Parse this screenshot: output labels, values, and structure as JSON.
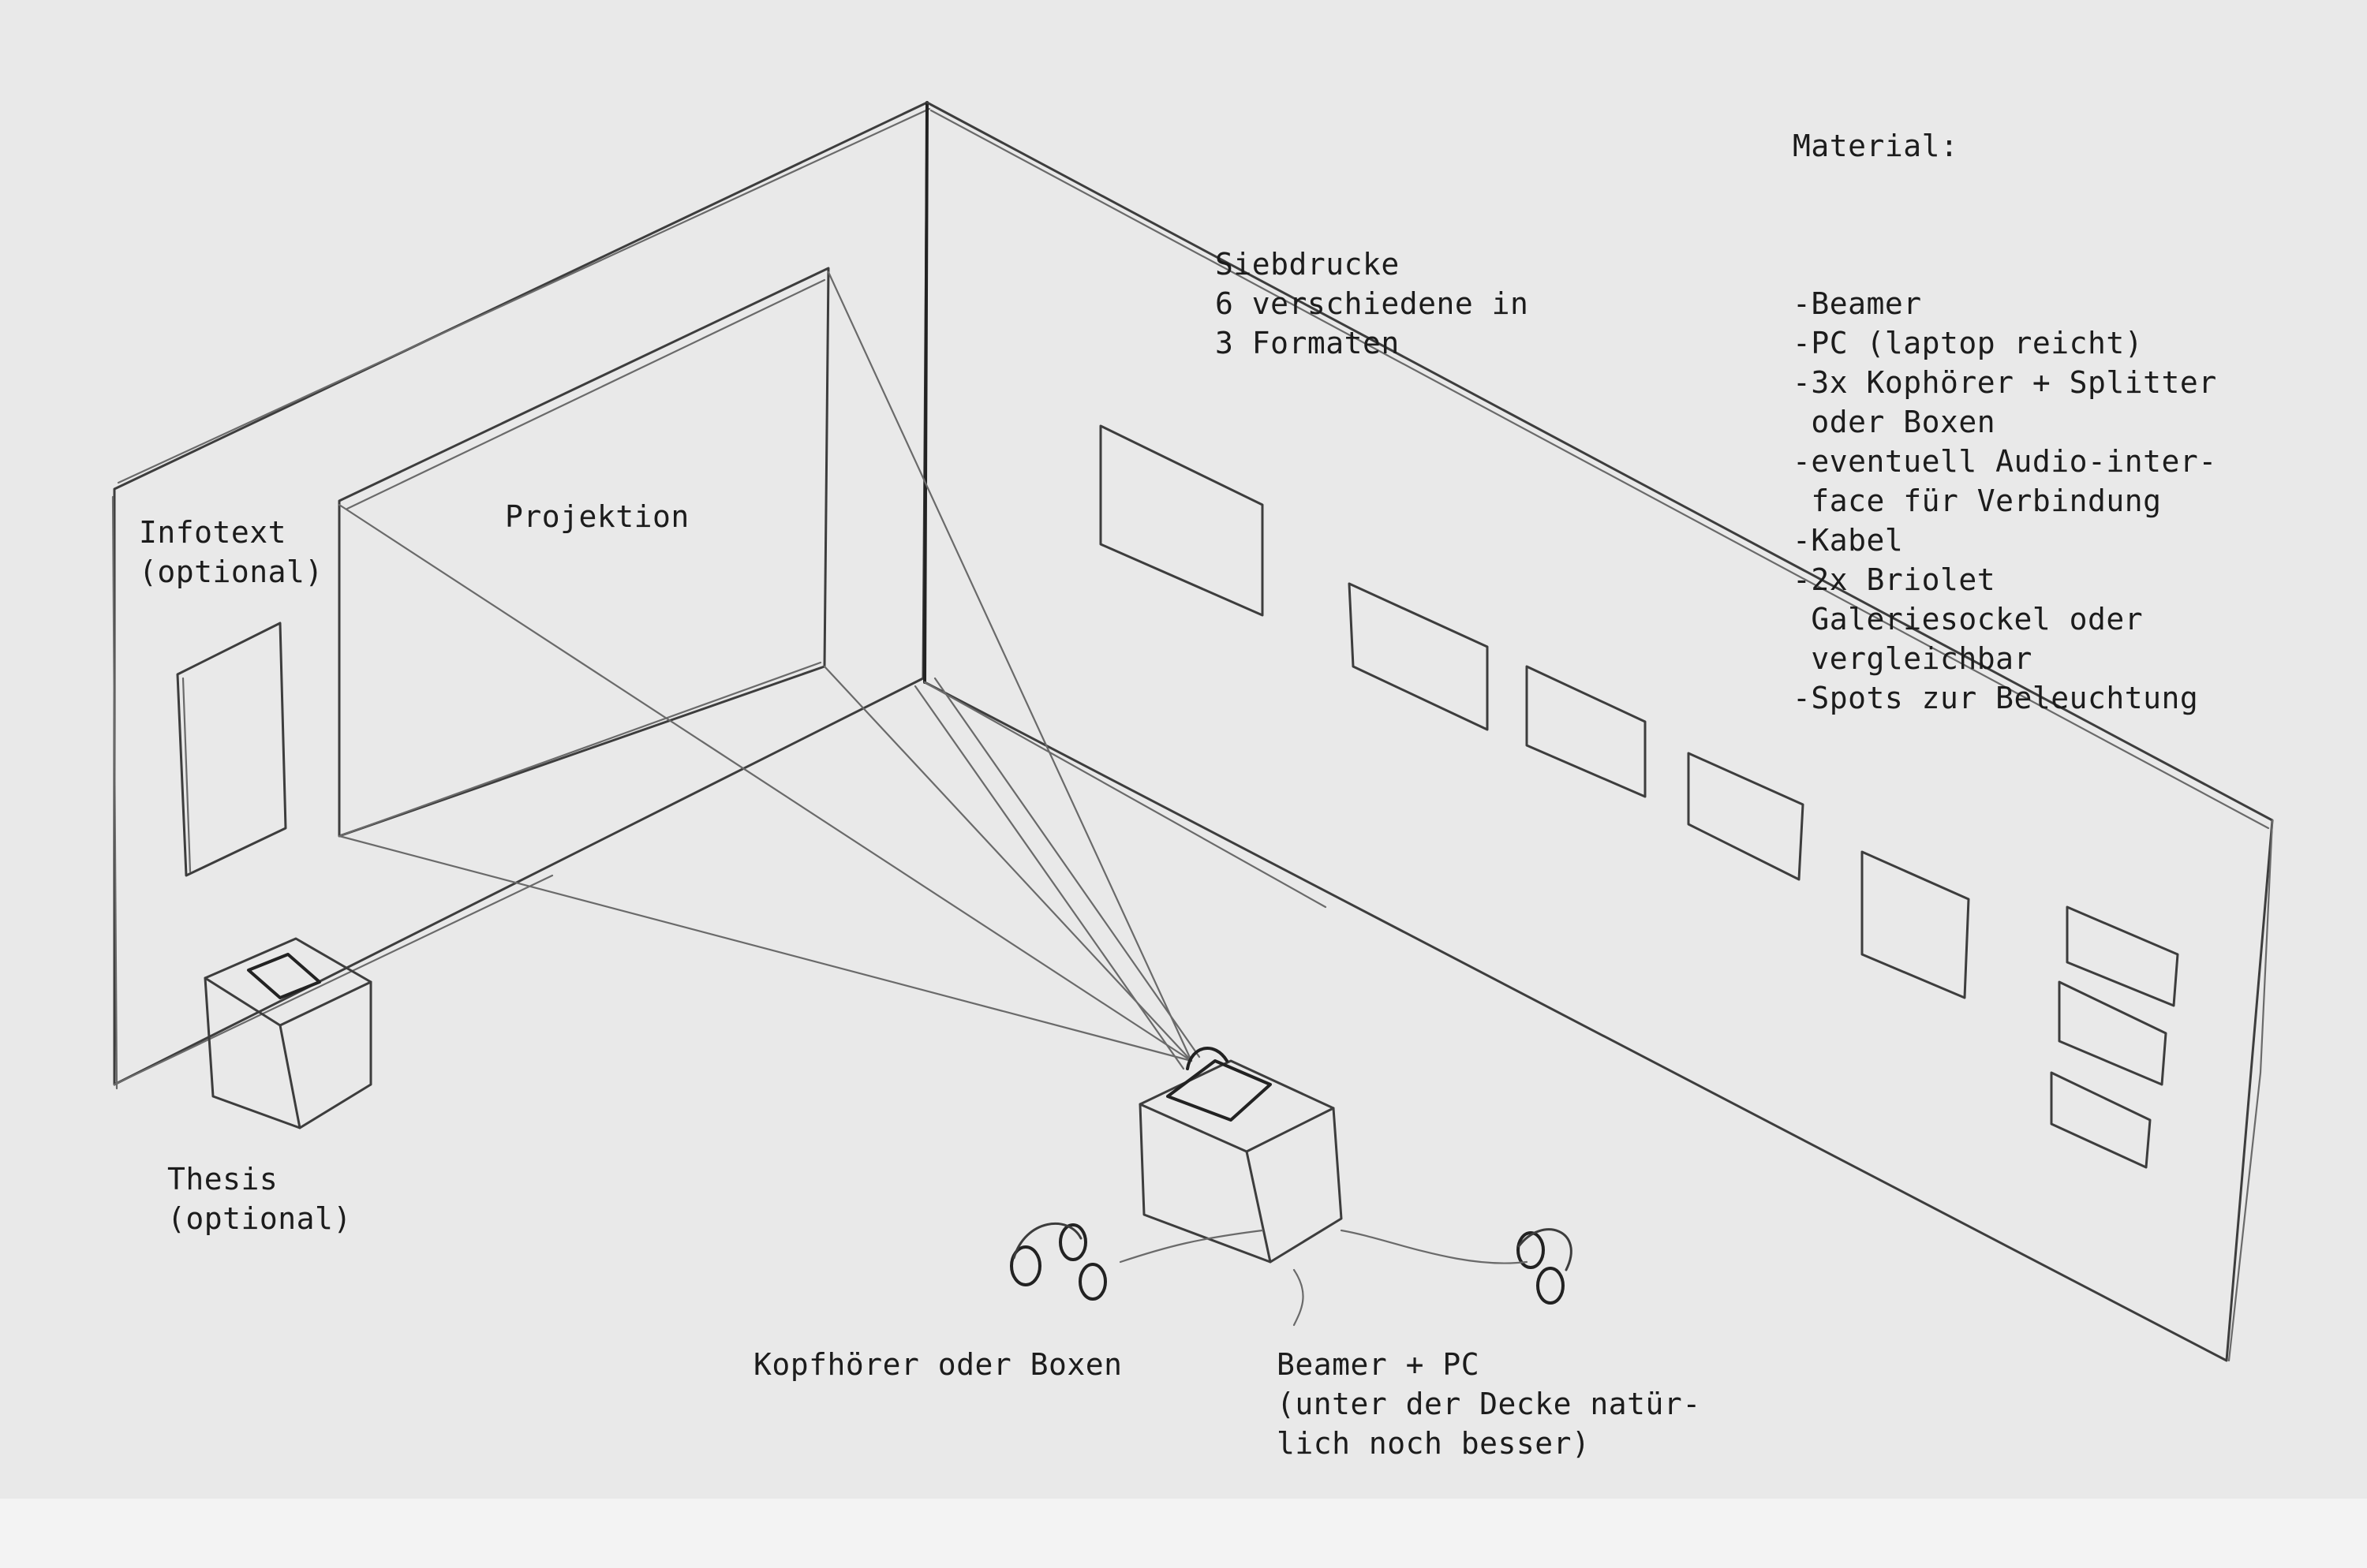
{
  "labels": {
    "infotext": "Infotext\n(optional)",
    "projektion": "Projektion",
    "siebdrucke": "Siebdrucke\n6 verschiedene in\n3 Formaten",
    "thesis": "Thesis\n(optional)",
    "kopfhoerer": "Kopfhörer oder Boxen",
    "beamer_pc": "Beamer + PC\n(unter der Decke natür-\nlich noch besser)"
  },
  "material": {
    "heading": "Material:",
    "items": [
      "-Beamer",
      "-PC (laptop reicht)",
      "-3x Kophörer + Splitter",
      " oder Boxen",
      "-eventuell Audio-inter-",
      " face für Verbindung",
      "-Kabel",
      "-2x Briolet",
      " Galeriesockel oder",
      " vergleichbar",
      "-Spots zur Beleuchtung"
    ]
  },
  "colors": {
    "paper": "#e9e9e9",
    "pencil": "#3d3d3d",
    "ink": "#1c1c1c"
  }
}
